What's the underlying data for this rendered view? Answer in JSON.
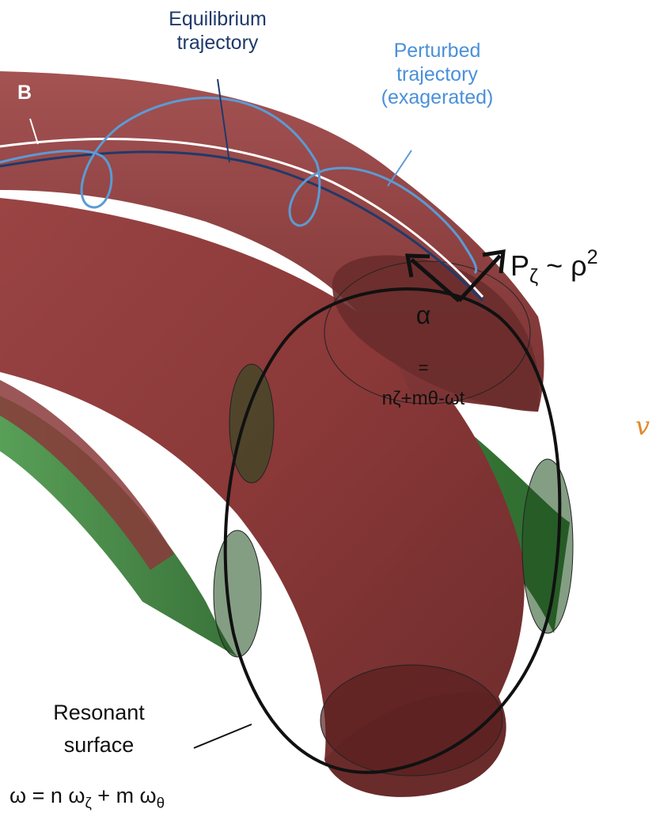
{
  "labels": {
    "equilibrium": [
      "Equilibrium",
      "trajectory"
    ],
    "perturbed": [
      "Perturbed",
      "trajectory",
      "(exagerated)"
    ],
    "field": "B",
    "momentum": {
      "base": "P",
      "sub": "ζ",
      "mid": " ~ ρ",
      "sup": "2"
    },
    "alpha": {
      "symbol": "α",
      "equals": "=",
      "expr": "nζ+mθ-ωt"
    },
    "resonant": [
      "Resonant",
      "surface"
    ],
    "condition": {
      "a": "ω = n ω",
      "sub1": "ζ",
      "b": " + m ω",
      "sub2": "θ"
    },
    "cropped_symbol": "v"
  },
  "colors": {
    "tube_red": "#8e3b3b",
    "tube_green": "#3f7d3f",
    "equilibrium_line": "#1f3a6b",
    "perturbed_line": "#5b9bd5",
    "field_line": "#ffffff",
    "cropped_symbol": "#e08a2a"
  }
}
